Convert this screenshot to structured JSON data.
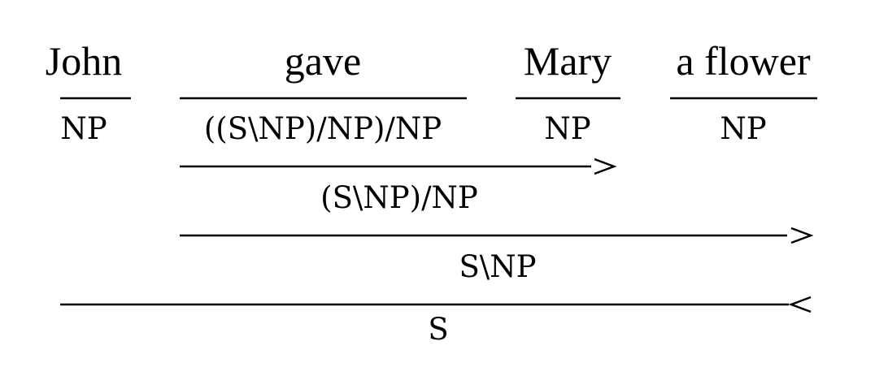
{
  "words": {
    "w1": "John",
    "w2": "gave",
    "w3": "Mary",
    "w4": "a flower"
  },
  "lexical_categories": {
    "c1": "NP",
    "c2": "((S\\NP)/NP)/NP",
    "c3": "NP",
    "c4": "NP"
  },
  "derivations": [
    {
      "result": "(S\\NP)/NP",
      "direction": "forward",
      "symbol": ">"
    },
    {
      "result": "S\\NP",
      "direction": "forward",
      "symbol": ">"
    },
    {
      "result": "S",
      "direction": "backward",
      "symbol": "<"
    }
  ]
}
